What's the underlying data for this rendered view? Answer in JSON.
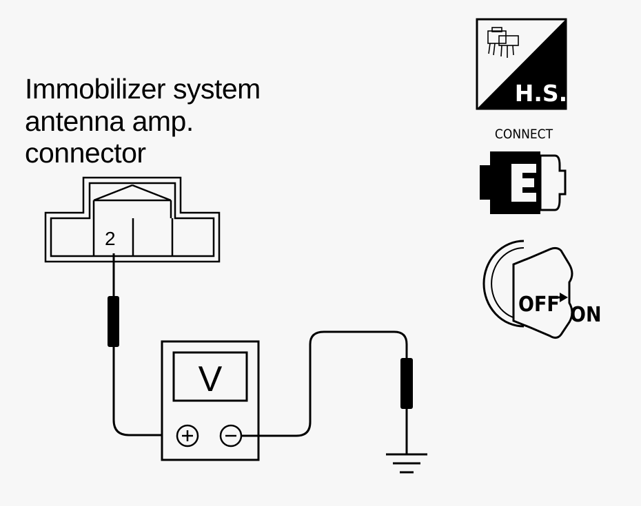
{
  "label": {
    "line1": "Immobilizer system",
    "line2": "antenna amp.",
    "line3": "connector"
  },
  "connector": {
    "pin": "2"
  },
  "meter": {
    "symbol": "V"
  },
  "icons": {
    "harness_side": "H.S.",
    "connect": "CONNECT",
    "ignition_off": "OFF",
    "ignition_on": "ON"
  }
}
